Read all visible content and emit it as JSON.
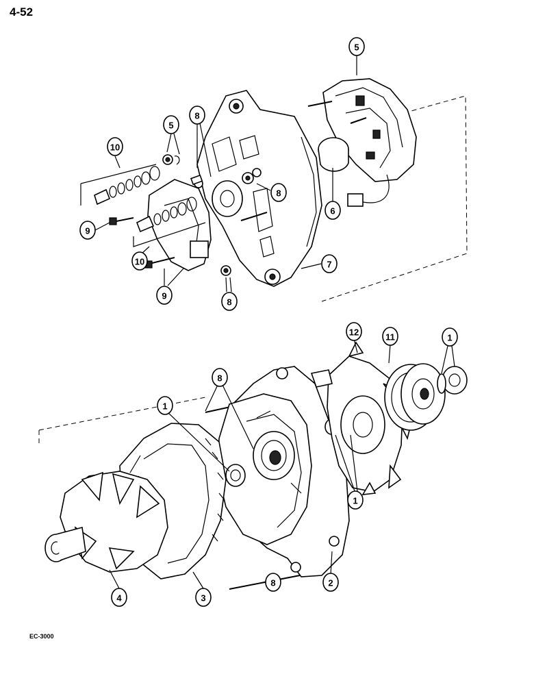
{
  "page_number": "4-52",
  "document_code": "EC-3000",
  "callouts": [
    "5",
    "8",
    "5",
    "10",
    "8",
    "9",
    "6",
    "10",
    "7",
    "9",
    "8",
    "12",
    "11",
    "1",
    "8",
    "1",
    "1",
    "4",
    "3",
    "8",
    "2"
  ]
}
